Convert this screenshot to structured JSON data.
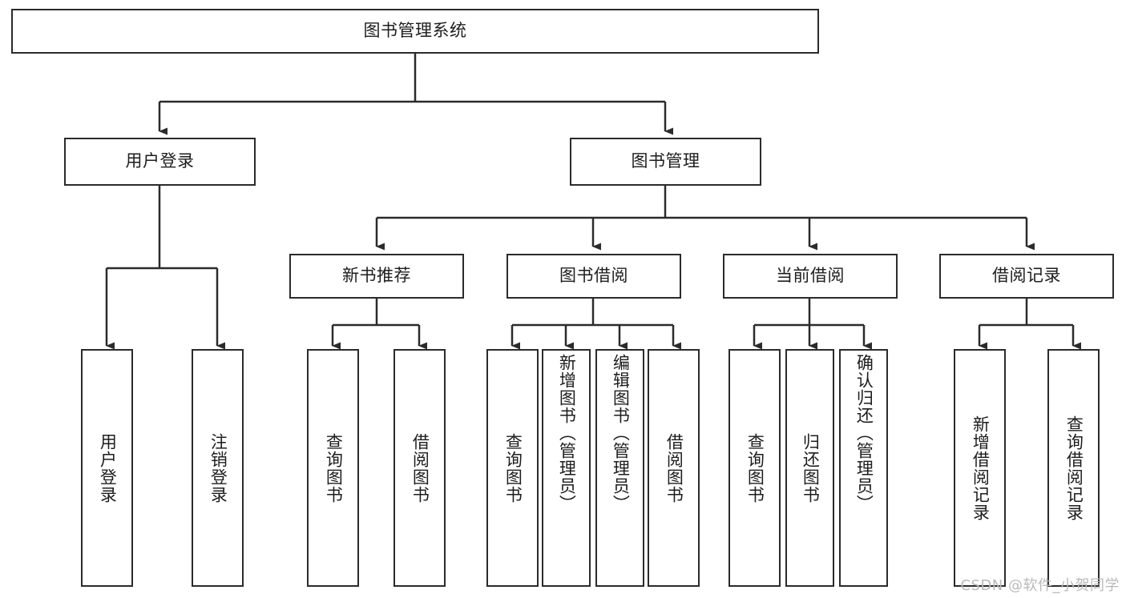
{
  "diagram": {
    "type": "tree-hierarchy-chart",
    "title": "图书管理系统",
    "line_color": "#2b2b2b",
    "text_color": "#1d1d1d",
    "background_color": "#ffffff",
    "root": {
      "id": "root",
      "label": "图书管理系统",
      "orientation": "horizontal"
    },
    "level2": [
      {
        "id": "user-login",
        "label": "用户登录",
        "orientation": "horizontal"
      },
      {
        "id": "book-management",
        "label": "图书管理",
        "orientation": "horizontal"
      }
    ],
    "level3": [
      {
        "id": "new-book-recommend",
        "label": "新书推荐",
        "orientation": "horizontal",
        "parent": "book-management"
      },
      {
        "id": "book-borrow",
        "label": "图书借阅",
        "orientation": "horizontal",
        "parent": "book-management"
      },
      {
        "id": "current-borrow",
        "label": "当前借阅",
        "orientation": "horizontal",
        "parent": "book-management"
      },
      {
        "id": "borrow-record",
        "label": "借阅记录",
        "orientation": "horizontal",
        "parent": "book-management"
      }
    ],
    "leaves": [
      {
        "id": "leaf-user-login",
        "label": "用户登录",
        "parent": "user-login",
        "orientation": "vertical",
        "align": "centered"
      },
      {
        "id": "leaf-logout",
        "label": "注销登录",
        "parent": "user-login",
        "orientation": "vertical",
        "align": "centered"
      },
      {
        "id": "leaf-query-book-1",
        "label": "查询图书",
        "parent": "new-book-recommend",
        "orientation": "vertical",
        "align": "centered"
      },
      {
        "id": "leaf-borrow-book-1",
        "label": "借阅图书",
        "parent": "new-book-recommend",
        "orientation": "vertical",
        "align": "centered"
      },
      {
        "id": "leaf-query-book-2",
        "label": "查询图书",
        "parent": "book-borrow",
        "orientation": "vertical",
        "align": "centered"
      },
      {
        "id": "leaf-add-book",
        "label": "新增图书（管理员）",
        "parent": "book-borrow",
        "orientation": "vertical",
        "align": "top"
      },
      {
        "id": "leaf-edit-book",
        "label": "编辑图书（管理员）",
        "parent": "book-borrow",
        "orientation": "vertical",
        "align": "top"
      },
      {
        "id": "leaf-borrow-book-2",
        "label": "借阅图书",
        "parent": "book-borrow",
        "orientation": "vertical",
        "align": "centered"
      },
      {
        "id": "leaf-query-book-3",
        "label": "查询图书",
        "parent": "current-borrow",
        "orientation": "vertical",
        "align": "centered"
      },
      {
        "id": "leaf-return-book",
        "label": "归还图书",
        "parent": "current-borrow",
        "orientation": "vertical",
        "align": "centered"
      },
      {
        "id": "leaf-confirm-return",
        "label": "确认归还（管理员）",
        "parent": "current-borrow",
        "orientation": "vertical",
        "align": "top"
      },
      {
        "id": "leaf-add-record",
        "label": "新增借阅记录",
        "parent": "borrow-record",
        "orientation": "vertical",
        "align": "centered"
      },
      {
        "id": "leaf-query-record",
        "label": "查询借阅记录",
        "parent": "borrow-record",
        "orientation": "vertical",
        "align": "centered"
      }
    ]
  },
  "watermark": {
    "text": "CSDN @软件_小贺同学"
  }
}
